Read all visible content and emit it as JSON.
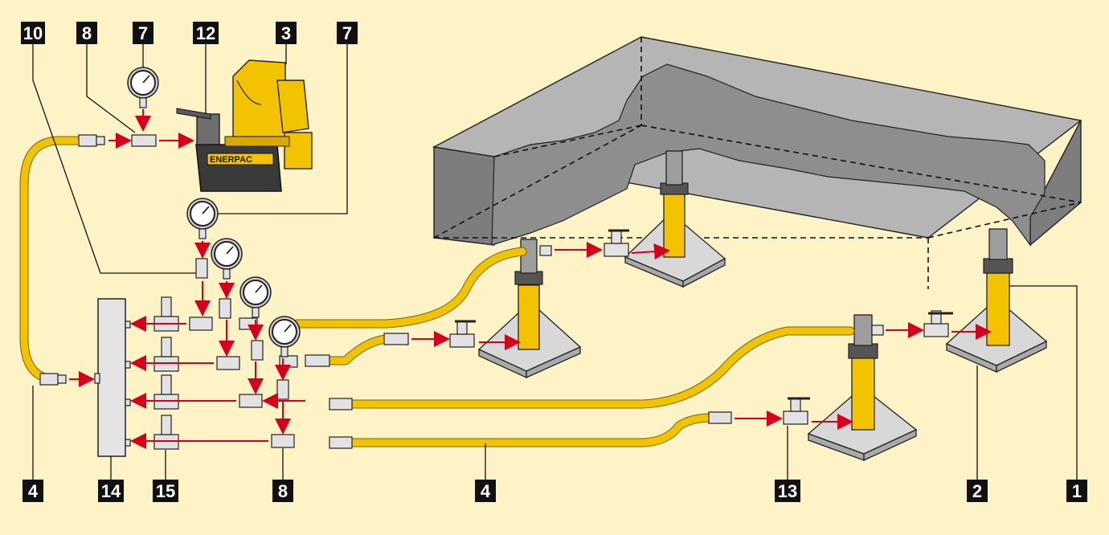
{
  "brand_label": "ENERPAC",
  "colors": {
    "background": "#fdf3c7",
    "hose": "#f2c400",
    "flow_arrow": "#d6001c",
    "label_box": "#111111",
    "label_text": "#ffffff"
  },
  "callouts": {
    "top": [
      "10",
      "8",
      "7",
      "12",
      "3",
      "7"
    ],
    "bottom": [
      "4",
      "14",
      "15",
      "8",
      "4",
      "13",
      "2",
      "1"
    ]
  },
  "icons": [
    "pressure-gauge-icon",
    "pump-icon",
    "cylinder-icon",
    "manifold-icon",
    "needle-valve-icon",
    "hose-icon"
  ]
}
